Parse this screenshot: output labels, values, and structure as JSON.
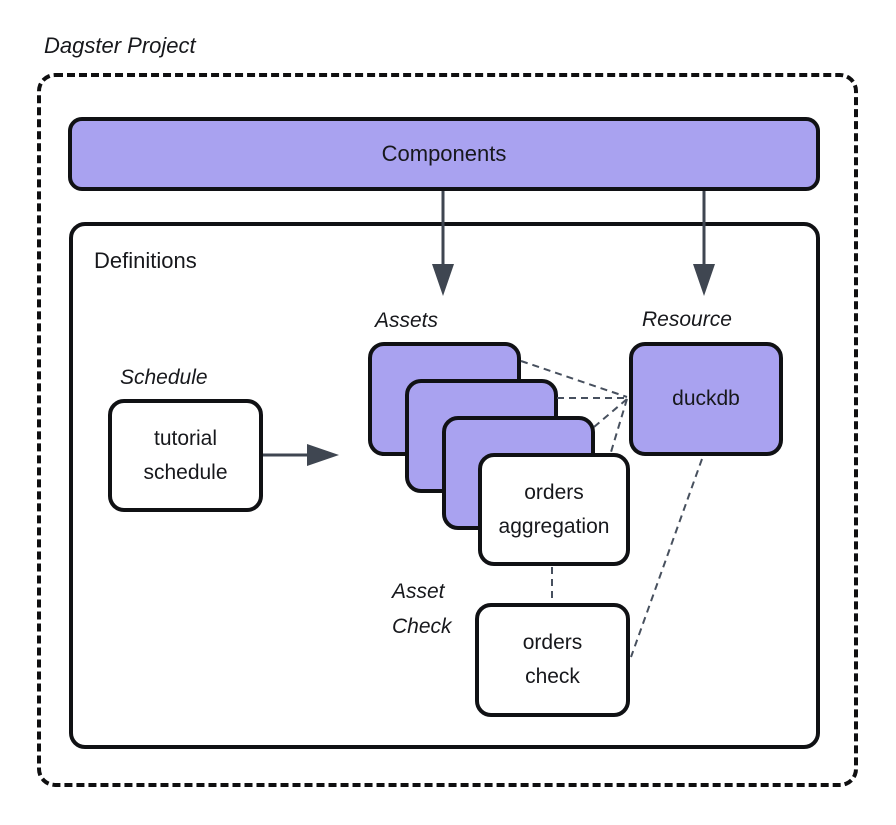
{
  "title": "Dagster Project",
  "colors": {
    "node_purple": "#a9a2f0",
    "outline_black": "#101114",
    "arrow_slate": "#3f4651",
    "dashed_link_slate": "#47505e",
    "background": "#ffffff"
  },
  "components_bar": {
    "label": "Components"
  },
  "definitions": {
    "label": "Definitions"
  },
  "group_labels": {
    "schedule": "Schedule",
    "assets": "Assets",
    "resource": "Resource",
    "asset_check": "Asset\nCheck"
  },
  "nodes": {
    "tutorial_schedule": "tutorial\nschedule",
    "orders_aggregation": "orders\naggregation",
    "duckdb": "duckdb",
    "orders_check": "orders\ncheck"
  },
  "connectors": {
    "solid_arrows": [
      {
        "name": "components-to-assets",
        "from": "Components",
        "to": "Assets"
      },
      {
        "name": "components-to-resource",
        "from": "Components",
        "to": "Resource"
      },
      {
        "name": "schedule-to-assets",
        "from": "tutorial schedule",
        "to": "Assets"
      }
    ],
    "dashed_links": [
      {
        "name": "asset1-to-duckdb",
        "from": "asset card 1",
        "to": "duckdb"
      },
      {
        "name": "asset2-to-duckdb",
        "from": "asset card 2",
        "to": "duckdb"
      },
      {
        "name": "asset3-to-duckdb",
        "from": "asset card 3",
        "to": "duckdb"
      },
      {
        "name": "orders-aggregation-to-duckdb",
        "from": "orders aggregation",
        "to": "duckdb"
      },
      {
        "name": "duckdb-to-orders-check",
        "from": "duckdb",
        "to": "orders check"
      },
      {
        "name": "orders-aggregation-to-orders-check",
        "from": "orders aggregation",
        "to": "orders check"
      }
    ]
  }
}
